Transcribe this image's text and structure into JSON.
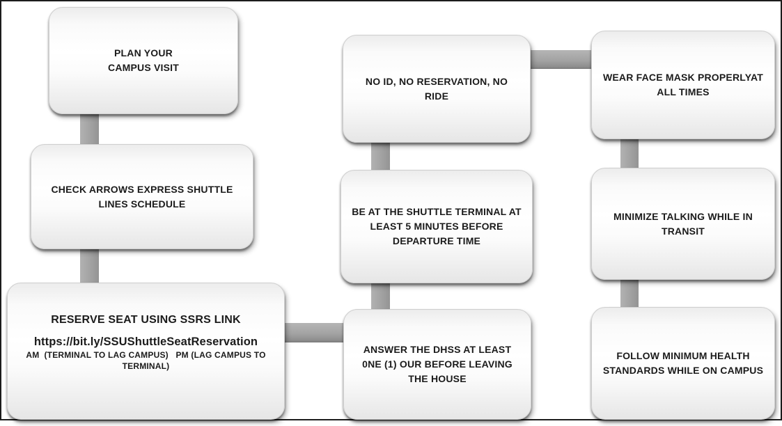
{
  "diagram_title": "Campus visit shuttle flowchart",
  "colors": {
    "frame_border": "#1c1c1c",
    "connector_gray": "#a3a3a3",
    "box_fill_top": "#ececec",
    "box_fill_mid": "#ffffff",
    "box_text": "#1b1b1b"
  },
  "boxes": [
    {
      "id": "plan-campus-visit",
      "lines": [
        "PLAN YOUR",
        "CAMPUS VISIT"
      ]
    },
    {
      "id": "check-shuttle-schedule",
      "lines": [
        "CHECK ARROWS EXPRESS SHUTTLE LINES SCHEDULE"
      ]
    },
    {
      "id": "reserve-seat",
      "title": "RESERVE SEAT USING SSRS LINK",
      "link": "https://bit.ly/SSUShuttleSeatReservation",
      "sub": "AM  (TERMINAL TO LAG CAMPUS)   PM (LAG CAMPUS TO TERMINAL)"
    },
    {
      "id": "no-id-no-ride",
      "lines": [
        "NO ID,  NO RESERVATION, NO RIDE"
      ]
    },
    {
      "id": "be-at-terminal",
      "lines": [
        "BE AT THE SHUTTLE TERMINAL AT LEAST 5 MINUTES BEFORE DEPARTURE TIME"
      ]
    },
    {
      "id": "answer-dhss",
      "lines": [
        "ANSWER THE DHSS AT LEAST 0NE (1) OUR BEFORE LEAVING THE HOUSE"
      ]
    },
    {
      "id": "wear-face-mask",
      "lines": [
        "WEAR FACE MASK PROPERLYAT ALL TIMES"
      ]
    },
    {
      "id": "minimize-talking",
      "lines": [
        "MINIMIZE TALKING WHILE IN TRANSIT"
      ]
    },
    {
      "id": "follow-health-standards",
      "lines": [
        "FOLLOW MINIMUM HEALTH STANDARDS WHILE ON CAMPUS"
      ]
    }
  ],
  "connectors": [
    {
      "id": "col1-vertical",
      "from": "plan-campus-visit",
      "to": "reserve-seat"
    },
    {
      "id": "col2-vertical",
      "from": "answer-dhss",
      "to": "no-id-no-ride"
    },
    {
      "id": "col3-vertical",
      "from": "wear-face-mask",
      "to": "follow-health-standards"
    },
    {
      "id": "row-top-horizontal",
      "from": "no-id-no-ride",
      "to": "wear-face-mask"
    },
    {
      "id": "row-bottom-horizontal",
      "from": "reserve-seat",
      "to": "answer-dhss"
    }
  ]
}
